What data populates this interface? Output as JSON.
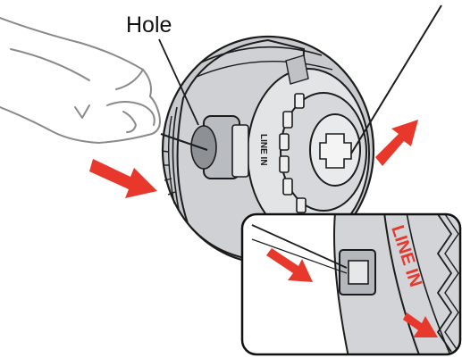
{
  "labels": {
    "hole": "Hole",
    "line_in": "LINE IN",
    "spool_marking": "LINE IN"
  },
  "colors": {
    "arrow": "#e8382c",
    "outline": "#1c1c1c",
    "spool_fill": "#d4d6d9",
    "spool_dark": "#9da1a6",
    "hand_outline": "#8a8a8a",
    "inset_frame": "#111111"
  },
  "icons": {
    "hand": "hand-icon",
    "push_arrow": "arrow-icon",
    "pull_arrow": "arrow-icon"
  }
}
